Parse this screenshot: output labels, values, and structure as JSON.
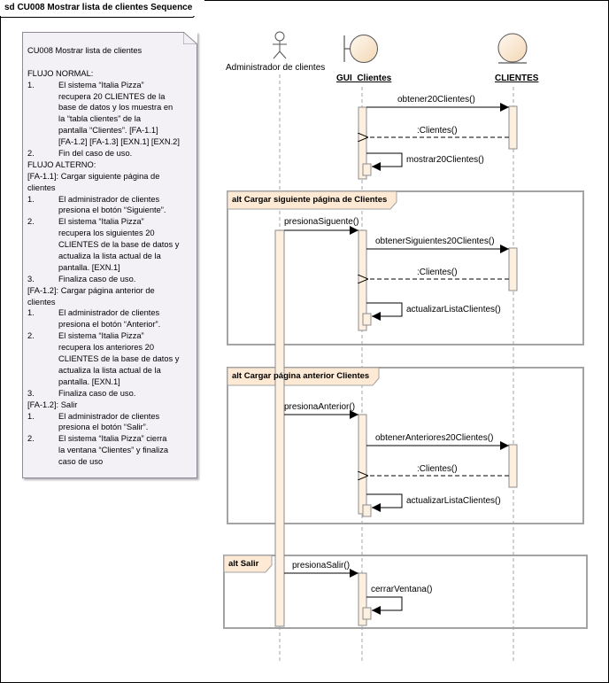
{
  "diagram": {
    "title": "sd CU008 Mostrar lista de clientes Sequence",
    "lifelines": {
      "actor": "Administrador de clientes",
      "boundary": "GUI_Clientes",
      "entity": "CLIENTES"
    },
    "note": {
      "lines": [
        "CU008 Mostrar lista de clientes",
        "",
        "FLUJO NORMAL:",
        "1.\tEl sistema “Italia Pizza”",
        "\trecupera 20 CLIENTES de la",
        "\tbase de datos y los muestra en",
        "\tla “tabla clientes” de la",
        "\tpantalla “Clientes”. [FA-1.1]",
        "\t[FA-1.2] [FA-1.3] [EXN.1] [EXN.2]",
        "2.\tFin del caso de uso.",
        "FLUJO ALTERNO:",
        "[FA-1.1]: Cargar siguiente página de",
        "clientes",
        "1.\tEl administrador de clientes",
        "\tpresiona el botón “Siguiente”.",
        "2.\tEl sistema “Italia Pizza”",
        "\trecupera los siguientes 20",
        "\tCLIENTES de la base de datos y",
        "\tactualiza la lista actual de la",
        "\tpantalla. [EXN.1]",
        "3.\tFinaliza caso de uso.",
        "[FA-1.2]: Cargar página anterior de",
        "clientes",
        "1.\tEl administrador de clientes",
        "\tpresiona el botón “Anterior”.",
        "2.\tEl sistema “Italia Pizza”",
        "\trecupera los anteriores 20",
        "\tCLIENTES de la base de datos y",
        "\tactualiza la lista actual de la",
        "\tpantalla. [EXN.1]",
        "3.\tFinaliza caso de uso.",
        "[FA-1.2]: Salir",
        "1.\tEl administrador de clientes",
        "\tpresiona el botón “Salir”.",
        "2.\tEl sistema “Italia Pizza” cierra",
        "\tla ventana “Clientes” y finaliza",
        "\tcaso de uso"
      ]
    },
    "fragments": [
      "alt Cargar siguiente página de Clientes",
      "alt Cargar página anterior Clientes",
      "alt Salir"
    ],
    "messages": {
      "m1": "obtener20Clientes()",
      "m2": ":Clientes()",
      "m3": "mostrar20Clientes()",
      "m4": "presionaSiguente()",
      "m5": "obtenerSiguientes20Clientes()",
      "m6": ":Clientes()",
      "m7": "actualizarListaClientes()",
      "m8": "presionaAnterior()",
      "m9": "obtenerAnteriores20Clientes()",
      "m10": ":Clientes()",
      "m11": "actualizarListaClientes()",
      "m12": "presionaSalir()",
      "m13": "cerrarVentana()"
    }
  }
}
